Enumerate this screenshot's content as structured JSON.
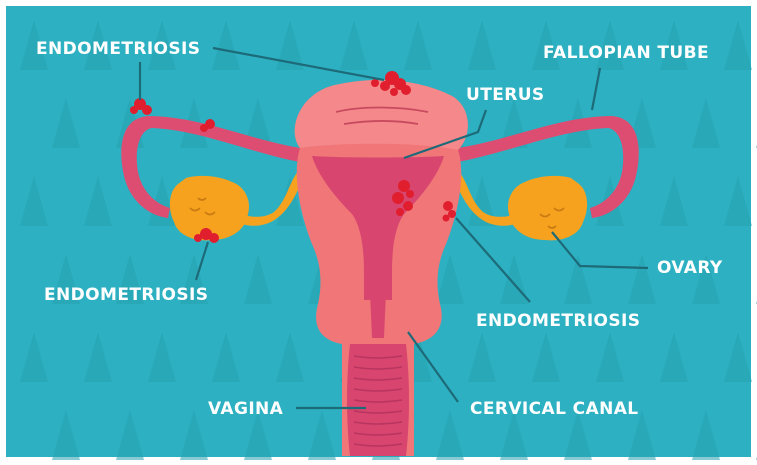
{
  "diagram": {
    "colors": {
      "background": "#2db1c2",
      "pattern": "#27a1b1",
      "uterus": "#f07678",
      "uterus_top": "#f4888a",
      "cavity": "#d8456e",
      "tube": "#dd4d72",
      "ovary": "#f6a21e",
      "lesion": "#e01e2e",
      "leader_line": "#1d6a78",
      "label_text": "#ffffff"
    },
    "labels": {
      "endometriosis_top": "ENDOMETRIOSIS",
      "fallopian_tube": "FALLOPIAN TUBE",
      "uterus": "UTERUS",
      "ovary": "OVARY",
      "endometriosis_left": "ENDOMETRIOSIS",
      "endometriosis_right": "ENDOMETRIOSIS",
      "vagina": "VAGINA",
      "cervical_canal": "CERVICAL CANAL"
    }
  }
}
